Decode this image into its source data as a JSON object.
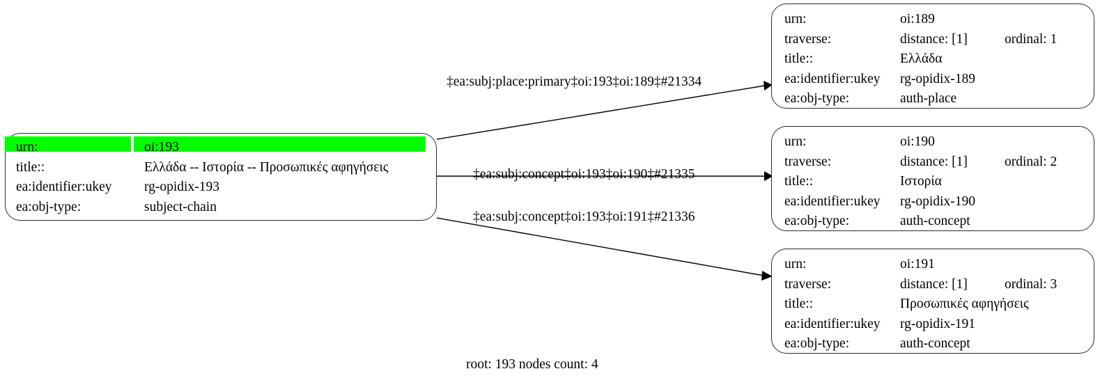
{
  "graph": {
    "caption": "root: 193 nodes count: 4",
    "highlight_color": "#00ff00",
    "background_color": "#ffffff",
    "edge_color": "#000000",
    "node_border_color": "#2b2b2b"
  },
  "nodes": {
    "root": {
      "rows": [
        {
          "label": "urn:",
          "value": "oi:193",
          "highlighted": true
        },
        {
          "label": "title::",
          "value": "Ελλάδα -- Ιστορία -- Προσωπικές αφηγήσεις"
        },
        {
          "label": "ea:identifier:ukey",
          "value": "rg-opidix-193"
        },
        {
          "label": "ea:obj-type:",
          "value": "subject-chain"
        }
      ]
    },
    "child_189": {
      "rows": [
        {
          "label": "urn:",
          "value": "oi:189",
          "extra": ""
        },
        {
          "label": "traverse:",
          "value": "distance: [1]",
          "extra": "ordinal: 1"
        },
        {
          "label": "title::",
          "value": "Ελλάδα",
          "extra": ""
        },
        {
          "label": "ea:identifier:ukey",
          "value": "rg-opidix-189",
          "extra": ""
        },
        {
          "label": "ea:obj-type:",
          "value": "auth-place",
          "extra": ""
        }
      ]
    },
    "child_190": {
      "rows": [
        {
          "label": "urn:",
          "value": "oi:190",
          "extra": ""
        },
        {
          "label": "traverse:",
          "value": "distance: [1]",
          "extra": "ordinal: 2"
        },
        {
          "label": "title::",
          "value": "Ιστορία",
          "extra": ""
        },
        {
          "label": "ea:identifier:ukey",
          "value": "rg-opidix-190",
          "extra": ""
        },
        {
          "label": "ea:obj-type:",
          "value": "auth-concept",
          "extra": ""
        }
      ]
    },
    "child_191": {
      "rows": [
        {
          "label": "urn:",
          "value": "oi:191",
          "extra": ""
        },
        {
          "label": "traverse:",
          "value": "distance: [1]",
          "extra": "ordinal: 3"
        },
        {
          "label": "title::",
          "value": "Προσωπικές αφηγήσεις",
          "extra": ""
        },
        {
          "label": "ea:identifier:ukey",
          "value": "rg-opidix-191",
          "extra": ""
        },
        {
          "label": "ea:obj-type:",
          "value": "auth-concept",
          "extra": ""
        }
      ]
    }
  },
  "edges": [
    {
      "label": "‡ea:subj:place:primary‡oi:193‡oi:189‡#21334",
      "from": "root",
      "to": "child_189"
    },
    {
      "label": "‡ea:subj:concept‡oi:193‡oi:190‡#21335",
      "from": "root",
      "to": "child_190"
    },
    {
      "label": "‡ea:subj:concept‡oi:193‡oi:191‡#21336",
      "from": "root",
      "to": "child_191"
    }
  ]
}
